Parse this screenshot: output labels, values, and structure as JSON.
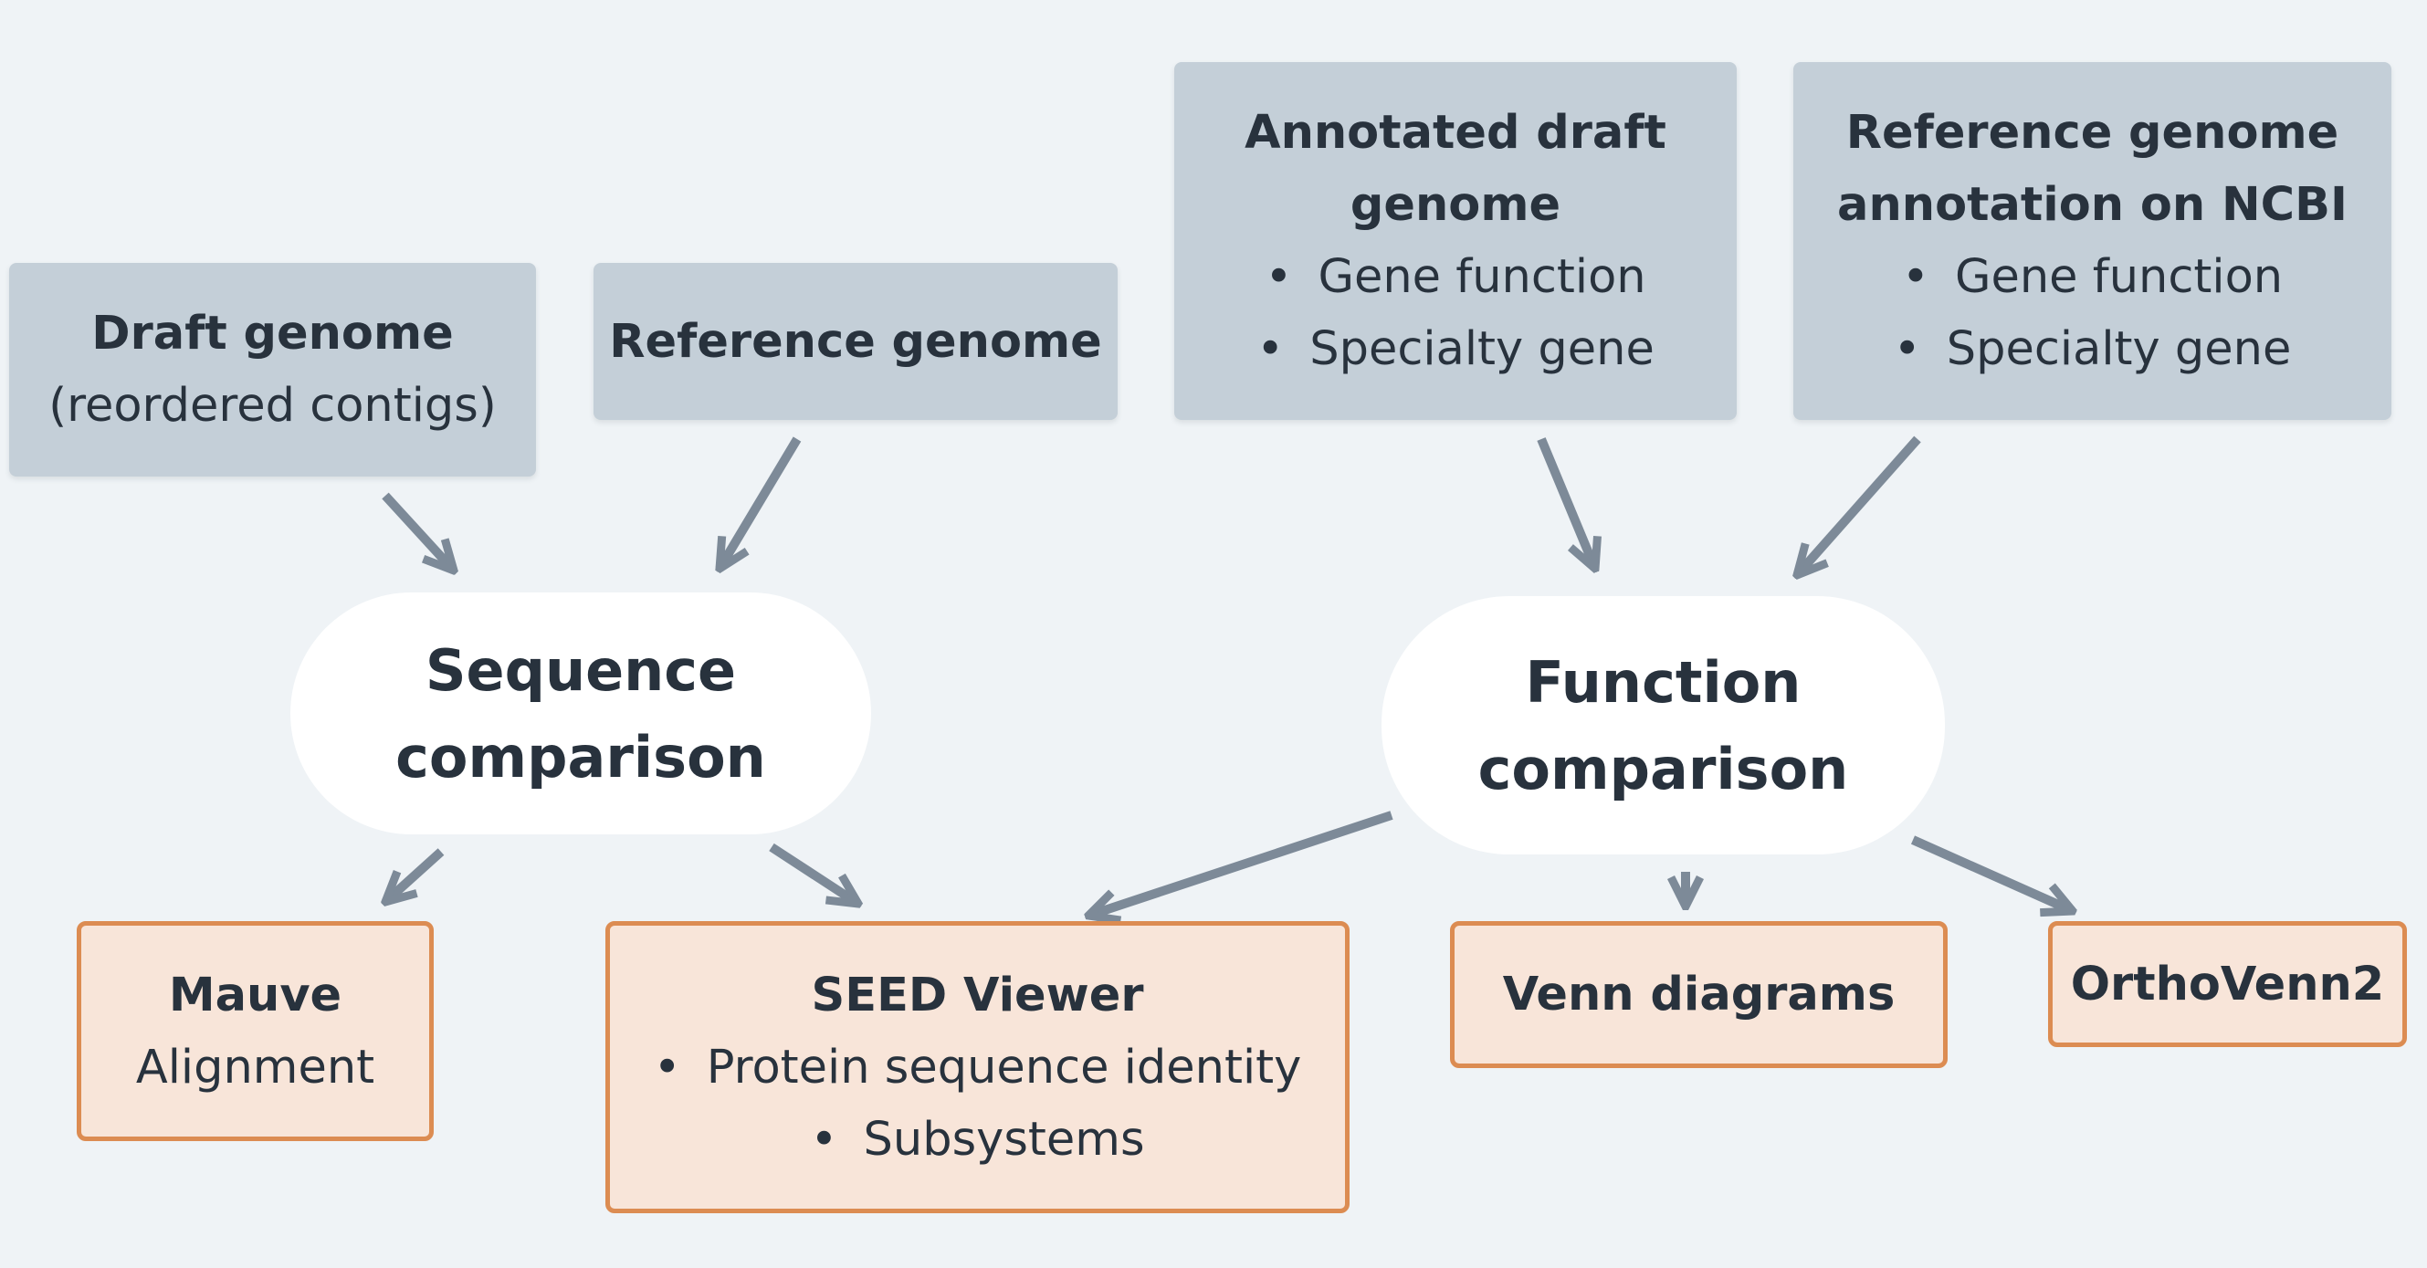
{
  "inputs": {
    "draft": {
      "title": "Draft genome",
      "subtitle": "(reordered contigs)"
    },
    "reference": {
      "title": "Reference genome"
    },
    "annotated": {
      "title_line1": "Annotated draft",
      "title_line2": "genome",
      "bullets": [
        "Gene function",
        "Specialty gene"
      ]
    },
    "ncbi": {
      "title_line1": "Reference genome",
      "title_line2": "annotation on NCBI",
      "bullets": [
        "Gene function",
        "Specialty gene"
      ]
    }
  },
  "processes": {
    "sequence": {
      "line1": "Sequence",
      "line2": "comparison"
    },
    "function": {
      "line1": "Function",
      "line2": "comparison"
    }
  },
  "outputs": {
    "mauve": {
      "title": "Mauve",
      "subtitle": "Alignment"
    },
    "seed": {
      "title": "SEED Viewer",
      "bullets": [
        "Protein sequence identity",
        "Subsystems"
      ]
    },
    "venn": {
      "title": "Venn diagrams"
    },
    "orthovenn": {
      "title": "OrthoVenn2"
    }
  },
  "colors": {
    "background": "#eff3f6",
    "input_box": "#c4cfd8",
    "process_box": "#ffffff",
    "output_fill": "#f8e5d9",
    "output_border": "#dc8c52",
    "arrow": "#7d8a98",
    "text": "#28323d"
  }
}
